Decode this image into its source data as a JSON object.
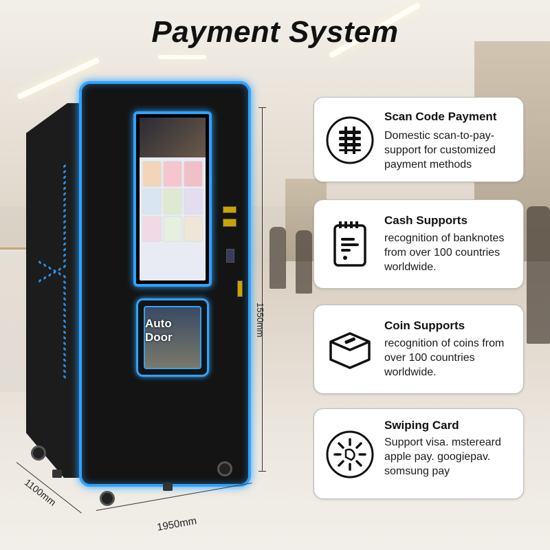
{
  "title": "Payment System",
  "machine": {
    "door_label": "Auto Door"
  },
  "dimensions": {
    "height": "1550mm",
    "width": "1950mm",
    "depth": "1100mm"
  },
  "features": [
    {
      "icon": "scan-code-icon",
      "title": "Scan Code Payment",
      "description": "Domestic scan-to-pay-support for customized payment methods"
    },
    {
      "icon": "cash-icon",
      "title": "Cash Supports",
      "description": "recognition of banknotes from over 100 countries worldwide."
    },
    {
      "icon": "coin-icon",
      "title": "Coin Supports",
      "description": "recognition of coins from over 100 countries worldwide."
    },
    {
      "icon": "swiping-card-icon",
      "title": "Swiping Card",
      "description": "Support visa. mstereard apple pay. googiepav. somsung pay"
    }
  ],
  "colors": {
    "glow": "#2fa3ff",
    "machine_body": "#141414",
    "card_border": "#bdbdbd"
  }
}
